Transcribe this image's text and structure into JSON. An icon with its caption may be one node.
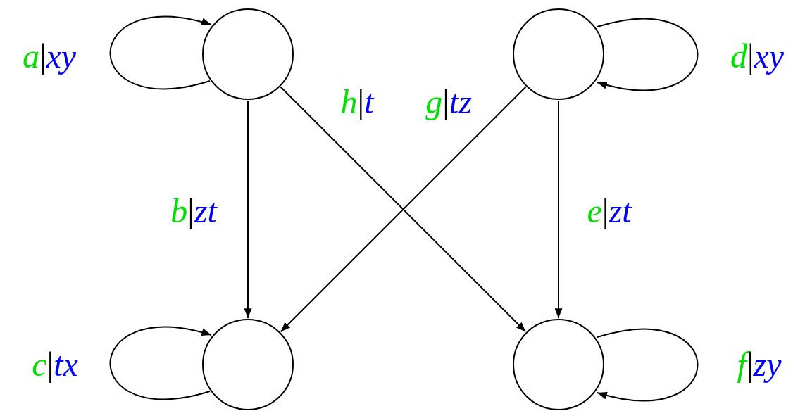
{
  "diagram": {
    "nodes": [
      {
        "text": [],
        "shape": "circle"
      },
      {
        "text": [],
        "shape": "circle"
      },
      {
        "text": [],
        "shape": "circle"
      },
      {
        "text": [],
        "shape": "circle"
      }
    ],
    "edges": [
      {
        "from": 0,
        "to": 0,
        "arrow": "to",
        "label": "a|xy"
      },
      {
        "from": 1,
        "to": 1,
        "arrow": "to",
        "label": "d|xy"
      },
      {
        "from": 0,
        "to": 2,
        "arrow": "to",
        "label": "b|zt"
      },
      {
        "from": 0,
        "to": 3,
        "arrow": "to",
        "label": "h|t"
      },
      {
        "from": 1,
        "to": 2,
        "arrow": "to",
        "label": "g|tz"
      },
      {
        "from": 1,
        "to": 3,
        "arrow": "to",
        "label": "e|zt"
      },
      {
        "from": 2,
        "to": 2,
        "arrow": "to",
        "label": "c|tx"
      },
      {
        "from": 3,
        "to": 3,
        "arrow": "to",
        "label": "f|zy"
      }
    ]
  }
}
